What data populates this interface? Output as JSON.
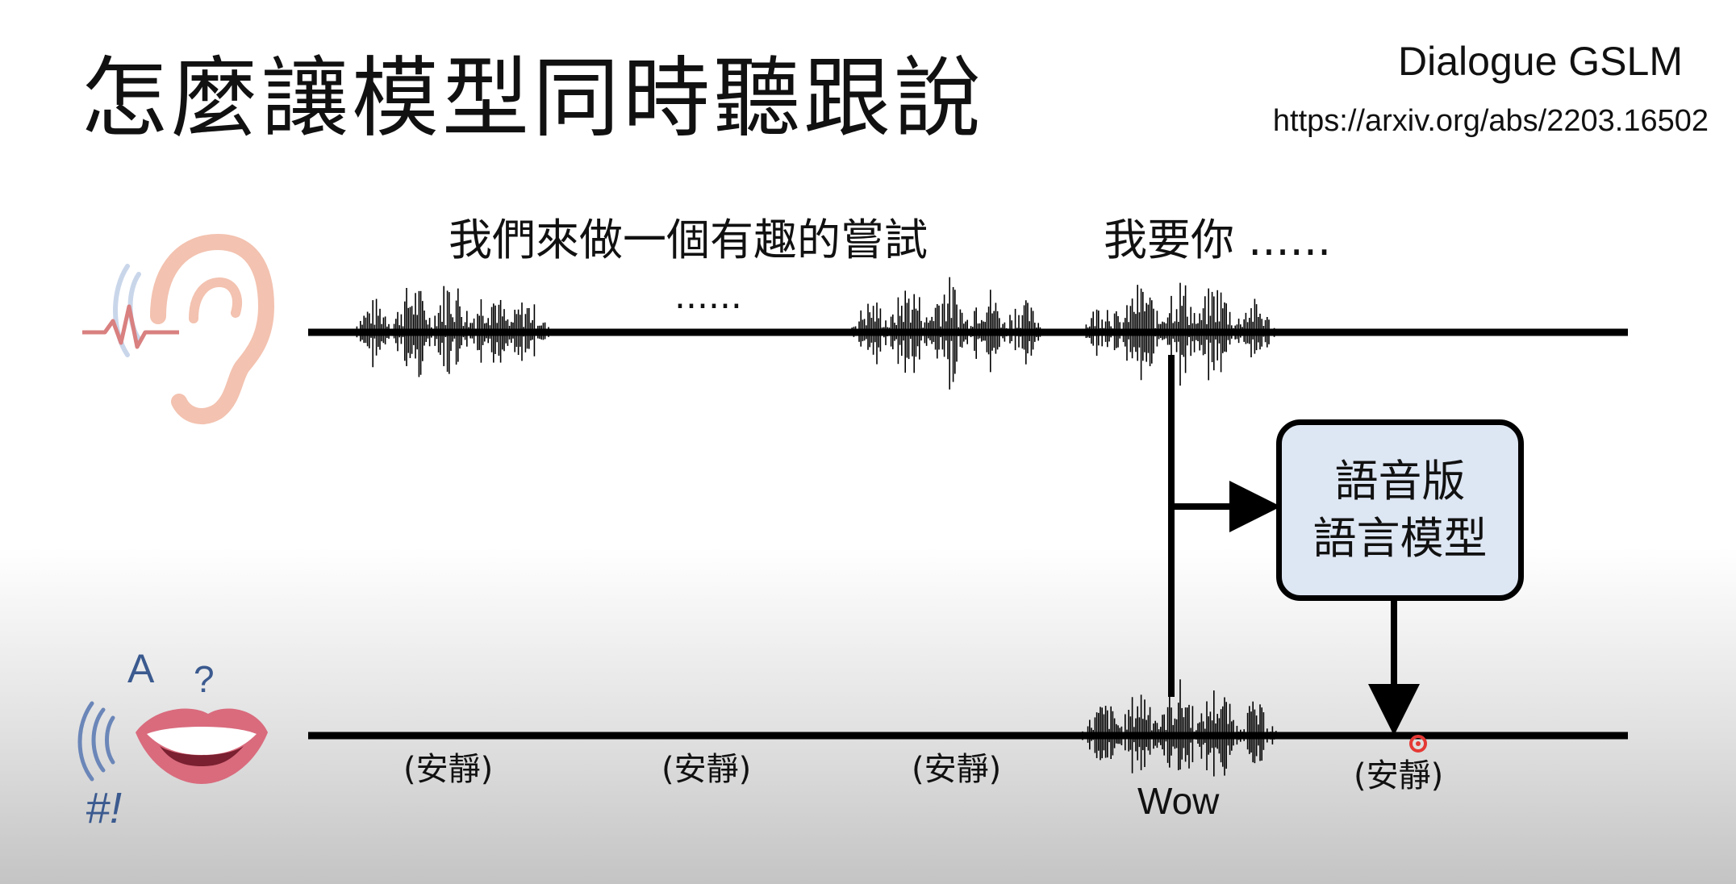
{
  "slide": {
    "title": "怎麼讓模型同時聽跟說",
    "paper_name": "Dialogue GSLM",
    "paper_url": "https://arxiv.org/abs/2203.16502"
  },
  "input_track": {
    "icon": "ear-icon",
    "utterance_1": "我們來做一個有趣的嘗試",
    "ellipsis": "......",
    "utterance_2": "我要你 ......"
  },
  "model_box": {
    "line1": "語音版",
    "line2": "語言模型"
  },
  "output_track": {
    "icon": "talking-mouth-icon",
    "icon_glyphs": [
      "A",
      "?",
      "#!"
    ],
    "labels": [
      "(安靜)",
      "(安靜)",
      "(安靜)",
      "Wow",
      "(安靜)"
    ]
  },
  "colors": {
    "ear": "#f3c2b0",
    "mouth_lips": "#d96b7d",
    "mouth_glyphs": "#3b5a8f",
    "model_box_fill": "#dde6f3",
    "cursor_dot": "#e53935"
  }
}
